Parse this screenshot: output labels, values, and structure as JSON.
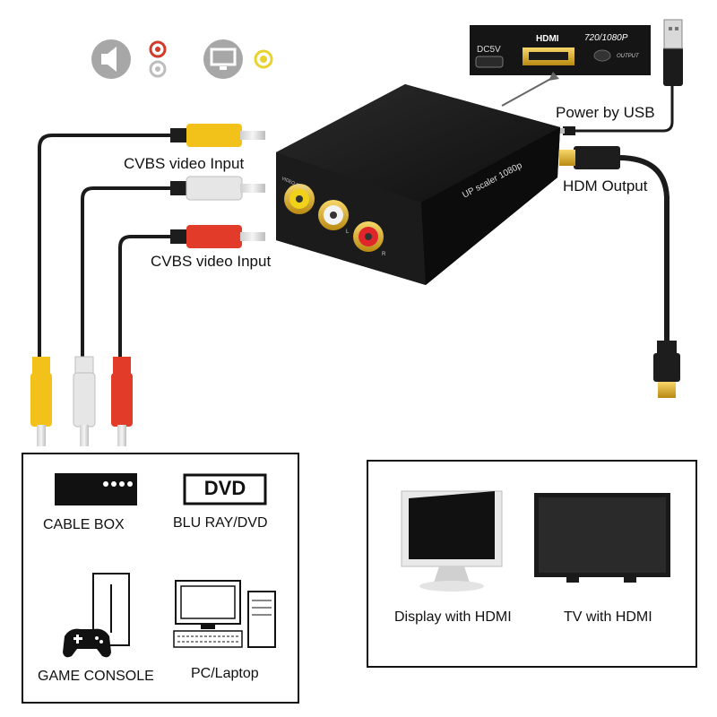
{
  "converter": {
    "model_label": "UP scaler 1080p",
    "input_label": "VIDEO INPUT",
    "left_label": "L",
    "right_label": "R"
  },
  "port_inset": {
    "dc_label": "DC5V",
    "hdmi_label": "HDMI",
    "resolution_label": "720/1080P",
    "output_label": "OUTPUT"
  },
  "labels": {
    "cvbs_top": "CVBS video Input",
    "cvbs_bottom": "CVBS video Input",
    "power": "Power by USB",
    "hdmi_output": "HDM Output"
  },
  "sources": {
    "cable_box": "CABLE BOX",
    "dvd_logo": "DVD",
    "blu_ray": "BLU RAY/DVD",
    "game_console": "GAME CONSOLE",
    "pc_laptop": "PC/Laptop"
  },
  "displays": {
    "monitor": "Display with HDMI",
    "tv": "TV with HDMI"
  },
  "colors": {
    "yellow": "#f2c21a",
    "white": "#e6e6e6",
    "red": "#e23b2a",
    "gold": "#d9a928"
  }
}
